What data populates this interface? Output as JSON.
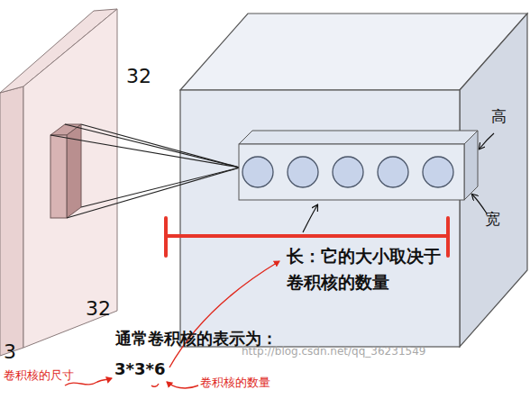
{
  "diagram": {
    "labels": [
      "32",
      "高",
      "宽",
      "长：它的大小取决于 卷积核的数量",
      "32",
      "通常卷积核的表示为：",
      "3",
      "3*3*6",
      "卷积核的尺寸",
      "卷积核的数量",
      "http://blog.csdn.net/qq_36231549"
    ]
  }
}
